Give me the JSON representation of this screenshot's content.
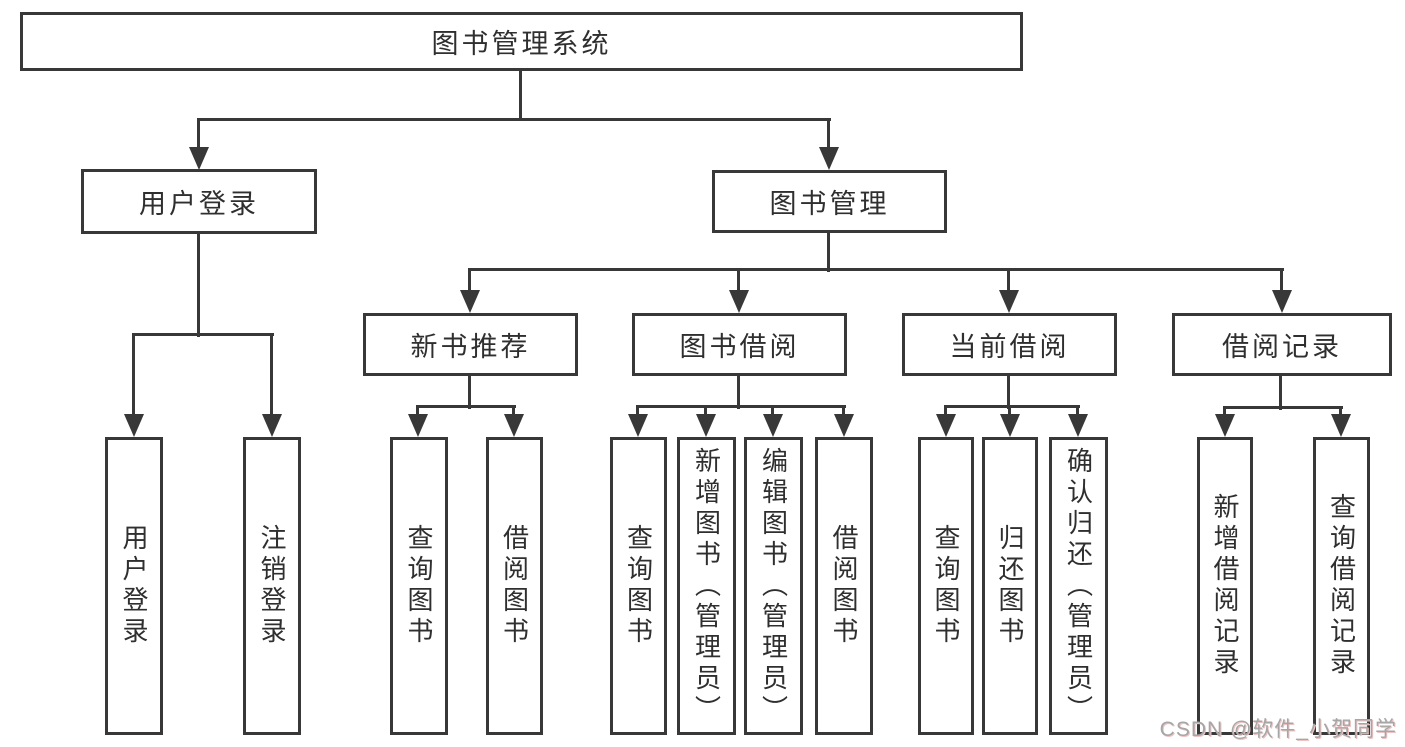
{
  "diagram": {
    "title": "图书管理系统",
    "level2": [
      {
        "label": "用户登录"
      },
      {
        "label": "图书管理"
      }
    ],
    "level3": [
      {
        "label": "新书推荐"
      },
      {
        "label": "图书借阅"
      },
      {
        "label": "当前借阅"
      },
      {
        "label": "借阅记录"
      }
    ],
    "leaves": [
      {
        "label": "用户登录"
      },
      {
        "label": "注销登录"
      },
      {
        "label": "查询图书"
      },
      {
        "label": "借阅图书"
      },
      {
        "label": "查询图书"
      },
      {
        "label": "新增图书（管理员）"
      },
      {
        "label": "编辑图书（管理员）"
      },
      {
        "label": "借阅图书"
      },
      {
        "label": "查询图书"
      },
      {
        "label": "归还图书"
      },
      {
        "label": "确认归还（管理员）"
      },
      {
        "label": "新增借阅记录"
      },
      {
        "label": "查询借阅记录"
      }
    ],
    "colors": {
      "border": "#383838",
      "line": "#383838",
      "text": "#2f2f2f",
      "background": "#ffffff",
      "watermark": "#a6a6a6"
    }
  },
  "watermark": {
    "text": "CSDN @软件_小贺同学"
  }
}
